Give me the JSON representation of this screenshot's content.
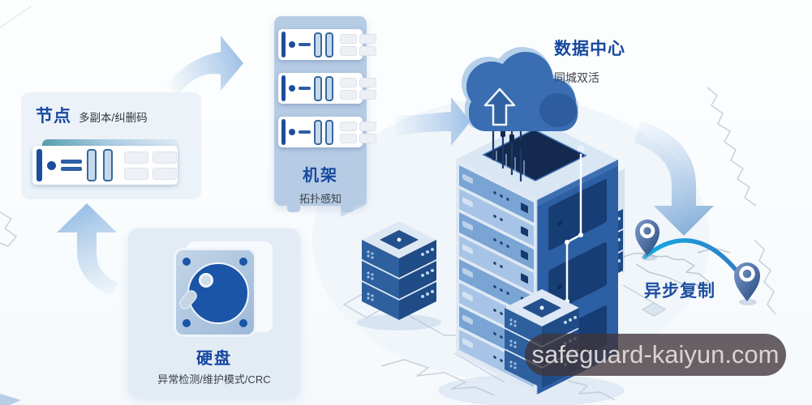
{
  "diagram": {
    "node": {
      "title": "节点",
      "subtitle": "多副本/纠删码"
    },
    "rack": {
      "title": "机架",
      "subtitle": "拓扑感知"
    },
    "disk": {
      "title": "硬盘",
      "subtitle": "异常检测/维护模式/CRC"
    },
    "datacenter": {
      "title": "数据中心",
      "subtitle": "同城双活"
    },
    "replication": {
      "title": "异步复制"
    }
  },
  "watermark": {
    "text": "safeguard-kaiyun.com"
  },
  "colors": {
    "accent_title": "#17489e",
    "subtitle_text": "#3b4046",
    "cloud_blue": "#3a6db2",
    "rack_panel": "#b6cce5",
    "disk_card": "#e3ecf5",
    "server_bar": "#1d4e9e",
    "replication_arc": "#18a6dd",
    "arrow_blue": "#a3c4e8",
    "watermark_bg": "rgba(64,53,57,0.78)",
    "watermark_text": "#d8d4d5"
  }
}
